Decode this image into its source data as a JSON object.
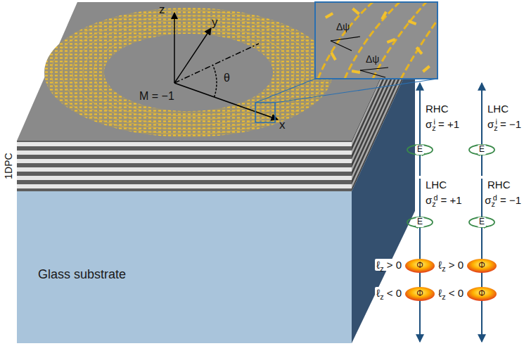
{
  "diagram": {
    "nodes": [
      {
        "text": [
          "Glass substrate"
        ]
      }
    ],
    "labels": [
      "z",
      "y",
      "x",
      "θ",
      "M = −1",
      "1DPC",
      "Δψ",
      "Δψ",
      "RHC",
      "σzi = +1",
      "E",
      "LHC",
      "σzi = −1",
      "E",
      "LHC",
      "σzd = +1",
      "E",
      "RHC",
      "σzd = −1",
      "E",
      "ℓz > 0",
      "Φ",
      "ℓz < 0",
      "Φ",
      "ℓz > 0",
      "Φ",
      "ℓz < 0",
      "Φ"
    ]
  }
}
